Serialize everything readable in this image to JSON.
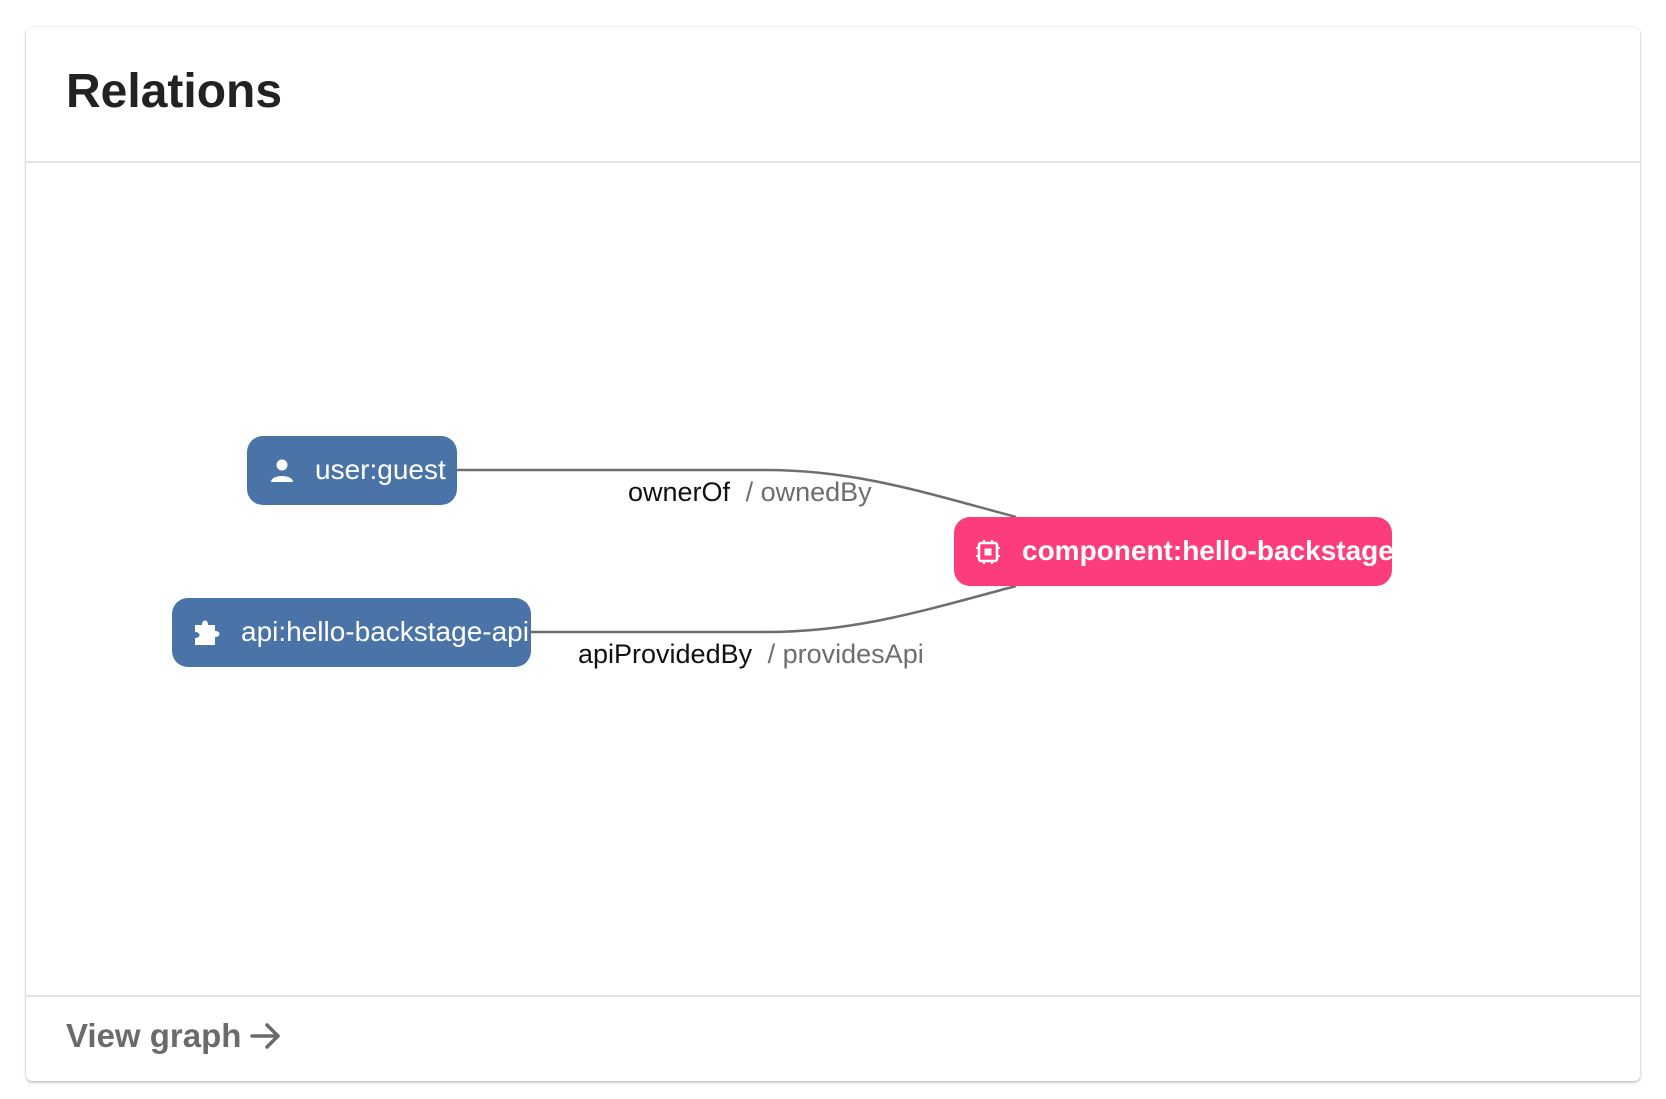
{
  "card": {
    "title": "Relations"
  },
  "graph": {
    "nodes": [
      {
        "id": "user",
        "label": "user:guest",
        "icon": "person-icon",
        "kind": "related"
      },
      {
        "id": "api",
        "label": "api:hello-backstage-api",
        "icon": "puzzle-icon",
        "kind": "related"
      },
      {
        "id": "component",
        "label": "component:hello-backstage",
        "icon": "chip-icon",
        "kind": "root"
      }
    ],
    "edges": [
      {
        "from": "user",
        "to": "component",
        "relation": "ownerOf",
        "inverse": "/ ownedBy"
      },
      {
        "from": "api",
        "to": "component",
        "relation": "apiProvidedBy",
        "inverse": "/ providesApi"
      }
    ]
  },
  "footer": {
    "link_label": "View graph",
    "link_icon": "arrow-right-icon"
  },
  "colors": {
    "related_node": "#4a74a8",
    "root_node": "#fd3c7b",
    "edge": "#6e6e6e",
    "relation_text": "#111111",
    "inverse_text": "#6e6e6e"
  }
}
